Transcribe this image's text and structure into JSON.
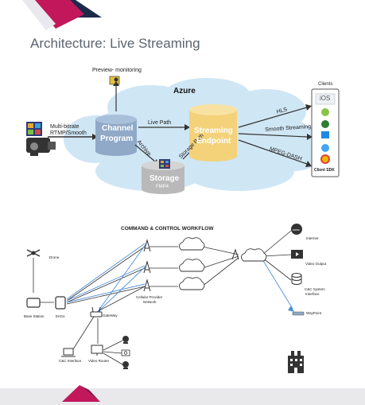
{
  "slide": {
    "title": "Architecture: Live Streaming"
  },
  "live_streaming": {
    "cloud_label": "Azure",
    "preview_label": "Preview- monitoring",
    "input_label_line1": "Multi-bitrate",
    "input_label_line2": "RTMP/Smooth",
    "channel_line1": "Channel",
    "channel_line2": "Program",
    "live_path_label": "Live Path",
    "archive_label": "Archive",
    "storage_path_label": "Storage Path",
    "endpoint_line1": "Streaming",
    "endpoint_line2": "Endpoint",
    "storage_label": "Storage",
    "storage_sub": "FMP4",
    "hls_label": "HLS",
    "smooth_label": "Smooth Streaming",
    "mpeg_label": "MPEG-DASH",
    "clients_title": "Clients",
    "client_ios": "iOS",
    "client_sdk": "Client SDK"
  },
  "workflow": {
    "title": "COMMAND & CONTROL WORKFLOW",
    "drone": "Drone",
    "base_station": "Base Station",
    "engo": "EnGo",
    "gateway": "GateWay",
    "cellular_line1": "Cellular Provider",
    "cellular_line2": "Network",
    "cc_interface": "C&C Interface",
    "video_router": "Video Router",
    "internet": "Internet",
    "video_output": "Video Output",
    "cc_system_line1": "C&C System",
    "cc_system_line2": "Interface",
    "waypoint": "WayPoint"
  },
  "colors": {
    "accent_magenta": "#c2185b",
    "accent_navy": "#1e2a4a",
    "cloud": "#cfe6f5",
    "node_blue": "#8fa9c7",
    "node_gold": "#f3d27a",
    "storage_gray": "#b9b9b9",
    "link_blue": "#4f8fd6"
  }
}
